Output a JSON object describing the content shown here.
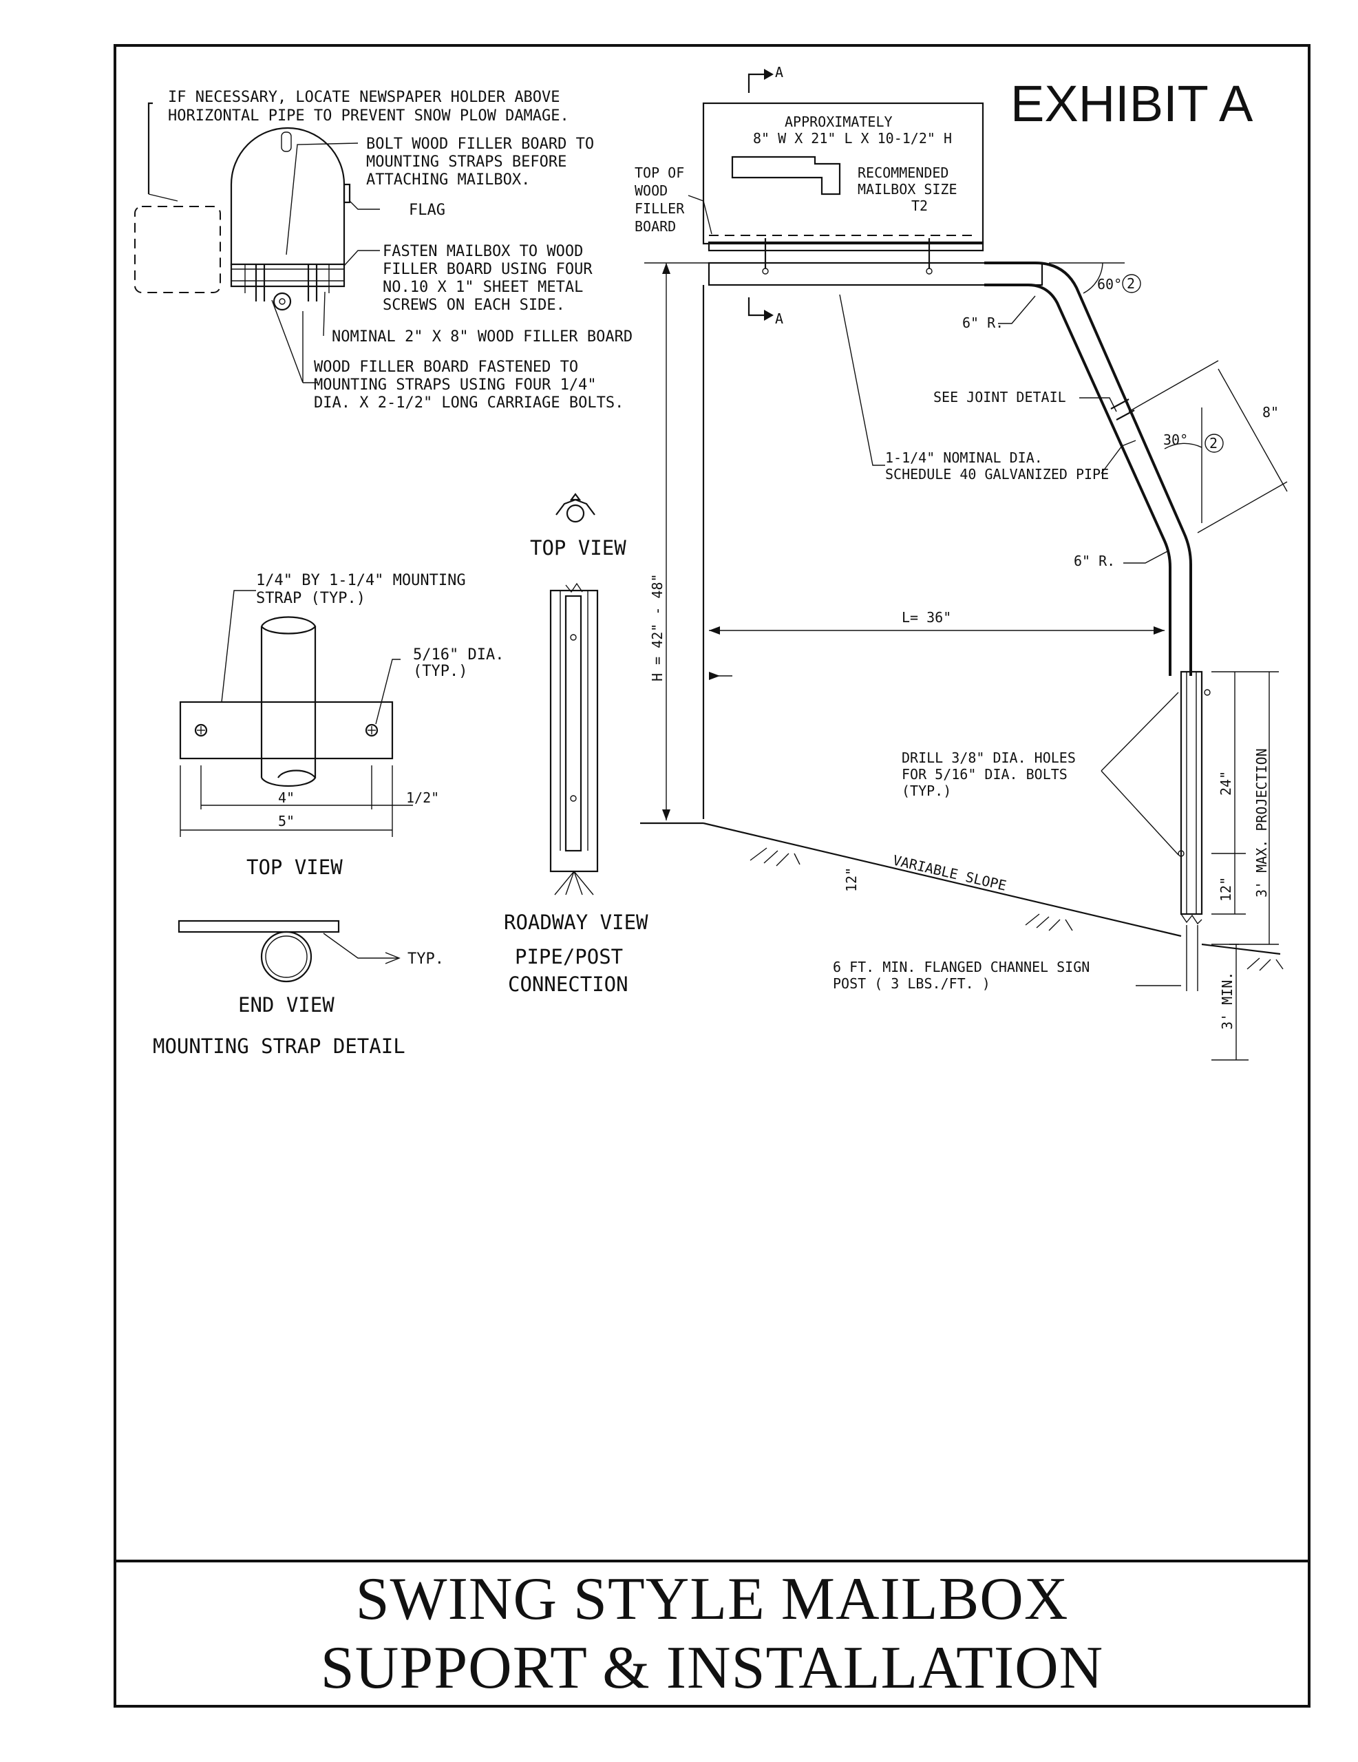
{
  "exhibit": "EXHIBIT A",
  "title": {
    "line1": "SWING STYLE MAILBOX",
    "line2": "SUPPORT & INSTALLATION"
  },
  "mailbox_end_detail": {
    "newspaper_note_1": "IF NECESSARY, LOCATE NEWSPAPER HOLDER ABOVE",
    "newspaper_note_2": "HORIZONTAL PIPE TO PREVENT SNOW PLOW DAMAGE.",
    "bolt_note_1": "BOLT WOOD FILLER BOARD TO",
    "bolt_note_2": "MOUNTING STRAPS BEFORE",
    "bolt_note_3": "ATTACHING MAILBOX.",
    "flag": "FLAG",
    "fasten_note_1": "FASTEN MAILBOX TO WOOD",
    "fasten_note_2": "FILLER BOARD USING FOUR",
    "fasten_note_3": "NO.10 X 1\" SHEET METAL",
    "fasten_note_4": "SCREWS ON EACH SIDE.",
    "nominal_board": "NOMINAL 2\" X 8\" WOOD FILLER BOARD",
    "wood_note_1": "WOOD FILLER BOARD FASTENED TO",
    "wood_note_2": "MOUNTING STRAPS USING FOUR 1/4\"",
    "wood_note_3": "DIA. X 2-1/2\" LONG CARRIAGE BOLTS."
  },
  "mounting_strap": {
    "strap_label_1": "1/4\" BY 1-1/4\" MOUNTING",
    "strap_label_2": "STRAP (TYP.)",
    "hole_label_1": "5/16\" DIA.",
    "hole_label_2": "(TYP.)",
    "dim_4": "4\"",
    "dim_5": "5\"",
    "dim_half": "1/2\"",
    "top_view": "TOP VIEW",
    "typ": "TYP.",
    "end_view": "END VIEW",
    "detail_title": "MOUNTING STRAP DETAIL"
  },
  "pipe_post": {
    "top_view": "TOP VIEW",
    "roadway_view": "ROADWAY VIEW",
    "title_1": "PIPE/POST",
    "title_2": "CONNECTION"
  },
  "main_view": {
    "section_a": "A",
    "approx": "APPROXIMATELY",
    "box_dims": "8\" W X 21\" L X 10-1/2\" H",
    "rec_1": "RECOMMENDED",
    "rec_2": "MAILBOX SIZE",
    "rec_3": "T2",
    "top_of_1": "TOP OF",
    "top_of_2": "WOOD",
    "top_of_3": "FILLER",
    "top_of_4": "BOARD",
    "angle_60": "60°",
    "angle_30": "30°",
    "note_num": "2",
    "radius_1": "6\" R.",
    "radius_2": "6\" R.",
    "joint": "SEE JOINT DETAIL",
    "dim_8": "8\"",
    "pipe_1": "1-1/4\" NOMINAL DIA.",
    "pipe_2": "SCHEDULE 40 GALVANIZED PIPE",
    "height": "H = 42\" - 48\"",
    "length": "L= 36\"",
    "drill_1": "DRILL 3/8\" DIA. HOLES",
    "drill_2": "FOR 5/16\" DIA. BOLTS",
    "drill_3": "(TYP.)",
    "dim_24": "24\"",
    "dim_12a": "12\"",
    "dim_12b": "12\"",
    "max_proj": "3' MAX. PROJECTION",
    "slope": "VARIABLE SLOPE",
    "post_1": "6 FT. MIN. FLANGED CHANNEL SIGN",
    "post_2": "POST ( 3 LBS./FT. )",
    "min_3": "3' MIN."
  }
}
